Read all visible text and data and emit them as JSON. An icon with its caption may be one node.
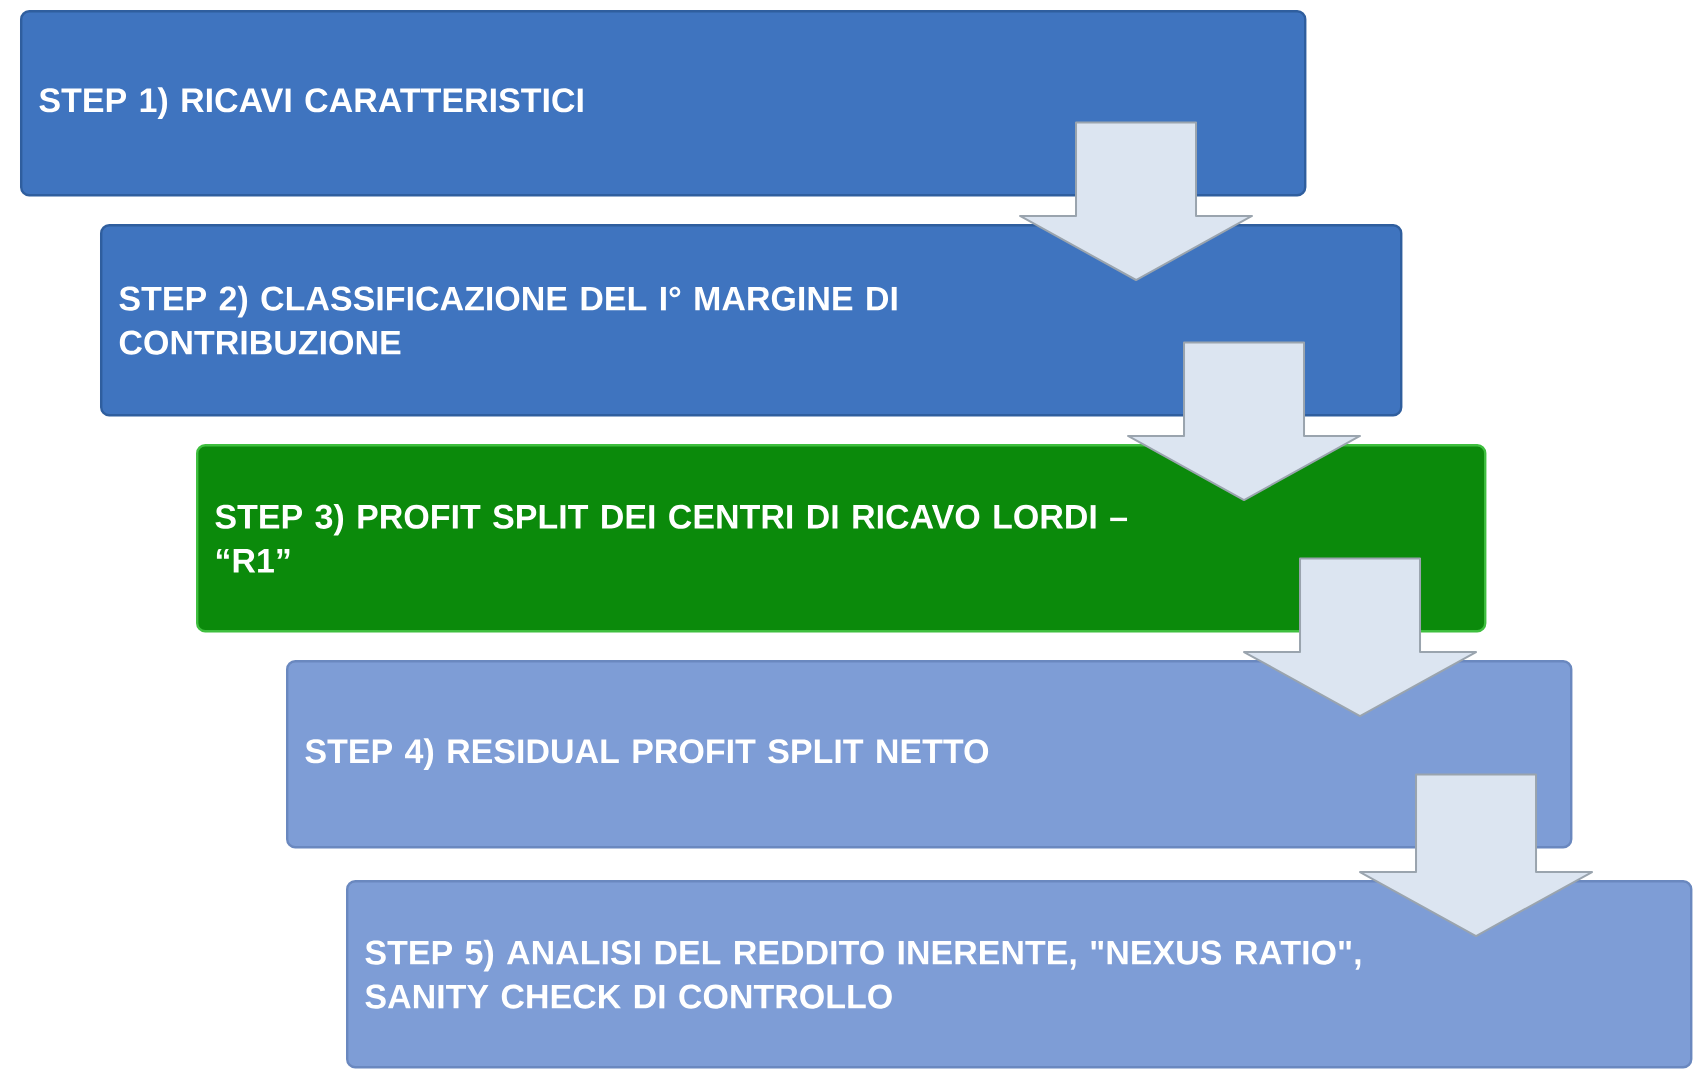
{
  "diagram": {
    "nodes": [
      {
        "text": [
          "STEP 1) RICAVI CARATTERISTICI"
        ]
      },
      {
        "text": [
          "STEP 2) CLASSIFICAZIONE DEL I° MARGINE DI CONTRIBUZIONE"
        ]
      },
      {
        "text": [
          "STEP 3) PROFIT SPLIT DEI CENTRI DI RICAVO LORDI – “R1”"
        ]
      },
      {
        "text": [
          "STEP 4) RESIDUAL PROFIT SPLIT NETTO"
        ]
      },
      {
        "text": [
          "STEP 5) ANALISI DEL REDDITO INERENTE, \"NEXUS RATIO\", SANITY CHECK DI CONTROLLO"
        ]
      }
    ],
    "edges": [
      {
        "from": 0,
        "to": 1,
        "arrow": "to"
      },
      {
        "from": 1,
        "to": 2,
        "arrow": "to"
      },
      {
        "from": 2,
        "to": 3,
        "arrow": "to"
      },
      {
        "from": 3,
        "to": 4,
        "arrow": "to"
      }
    ]
  }
}
